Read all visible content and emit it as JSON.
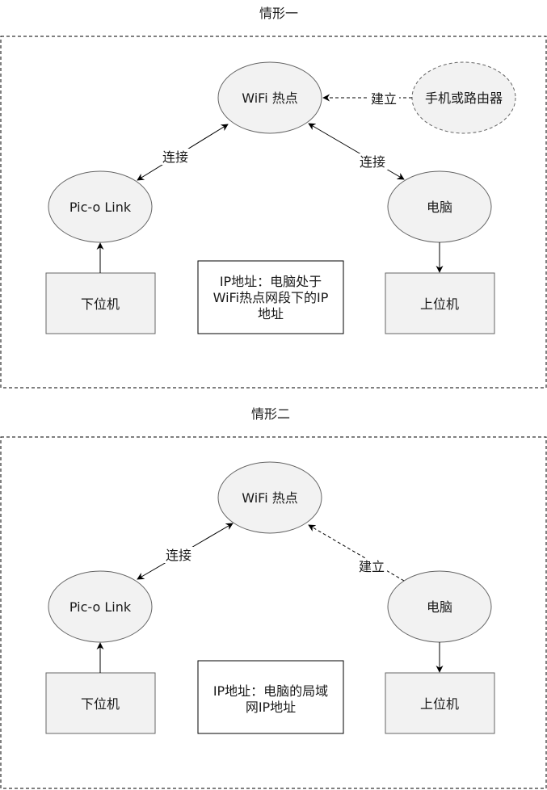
{
  "scenario1": {
    "title": "情形一",
    "wifi_label": "WiFi 热点",
    "phone_router_label": "手机或路由器",
    "establish_label": "建立",
    "connect_left_label": "连接",
    "connect_right_label": "连接",
    "picolink_label": "Pic-o Link",
    "pc_label": "电脑",
    "slave_label": "下位机",
    "master_label": "上位机",
    "note_lines": [
      "IP地址：电脑处于",
      "WiFi热点网段下的IP",
      "地址"
    ]
  },
  "scenario2": {
    "title": "情形二",
    "wifi_label": "WiFi 热点",
    "connect_label": "连接",
    "establish_label": "建立",
    "picolink_label": "Pic-o Link",
    "pc_label": "电脑",
    "slave_label": "下位机",
    "master_label": "上位机",
    "note_lines": [
      "IP地址：电脑的局域",
      "网IP地址"
    ]
  }
}
